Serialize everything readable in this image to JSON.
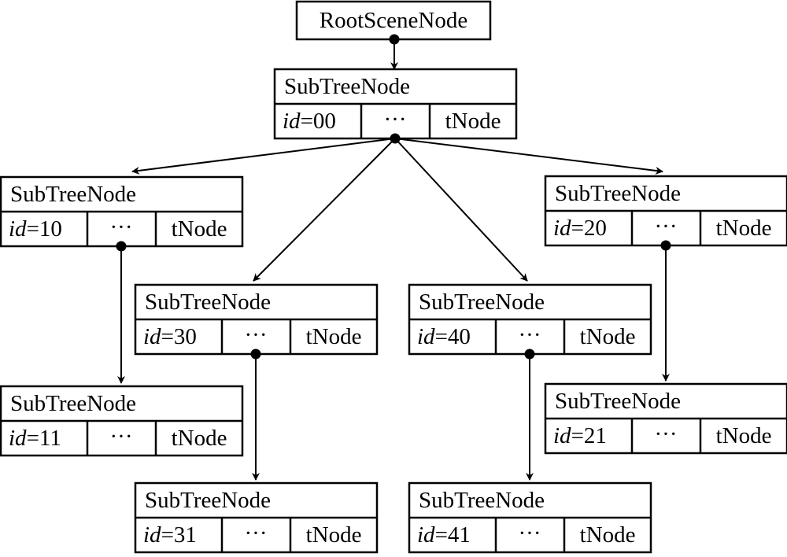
{
  "root": {
    "label": "RootSceneNode"
  },
  "nodes": [
    {
      "key": "00",
      "title": "SubTreeNode",
      "id_prefix": "id",
      "id_value": "=00",
      "middle": "···",
      "right": "tNode"
    },
    {
      "key": "10",
      "title": "SubTreeNode",
      "id_prefix": "id",
      "id_value": "=10",
      "middle": "···",
      "right": "tNode"
    },
    {
      "key": "20",
      "title": "SubTreeNode",
      "id_prefix": "id",
      "id_value": "=20",
      "middle": "···",
      "right": "tNode"
    },
    {
      "key": "30",
      "title": "SubTreeNode",
      "id_prefix": "id",
      "id_value": "=30",
      "middle": "···",
      "right": "tNode"
    },
    {
      "key": "40",
      "title": "SubTreeNode",
      "id_prefix": "id",
      "id_value": "=40",
      "middle": "···",
      "right": "tNode"
    },
    {
      "key": "11",
      "title": "SubTreeNode",
      "id_prefix": "id",
      "id_value": "=11",
      "middle": "···",
      "right": "tNode"
    },
    {
      "key": "21",
      "title": "SubTreeNode",
      "id_prefix": "id",
      "id_value": "=21",
      "middle": "···",
      "right": "tNode"
    },
    {
      "key": "31",
      "title": "SubTreeNode",
      "id_prefix": "id",
      "id_value": "=31",
      "middle": "···",
      "right": "tNode"
    },
    {
      "key": "41",
      "title": "SubTreeNode",
      "id_prefix": "id",
      "id_value": "=41",
      "middle": "···",
      "right": "tNode"
    }
  ],
  "edges": [
    {
      "from": "root",
      "to": "00"
    },
    {
      "from": "00",
      "to": "10"
    },
    {
      "from": "00",
      "to": "30"
    },
    {
      "from": "00",
      "to": "40"
    },
    {
      "from": "00",
      "to": "20"
    },
    {
      "from": "10",
      "to": "11"
    },
    {
      "from": "30",
      "to": "31"
    },
    {
      "from": "40",
      "to": "41"
    },
    {
      "from": "20",
      "to": "21"
    }
  ]
}
